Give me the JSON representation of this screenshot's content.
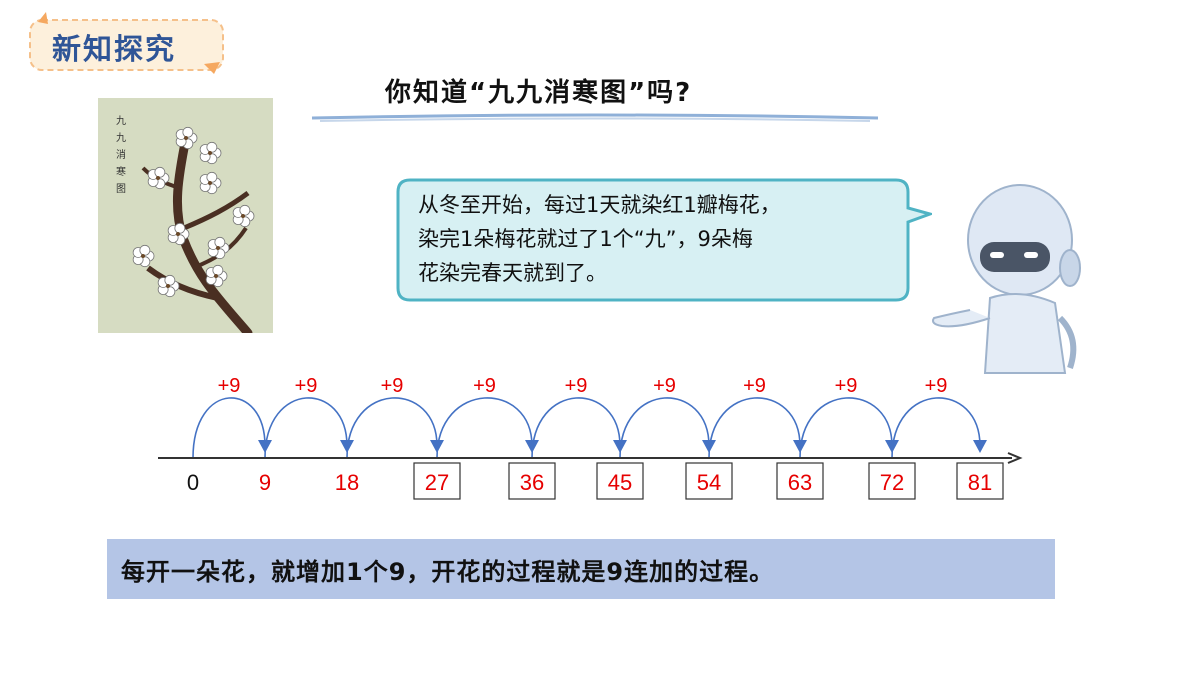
{
  "badge": {
    "label": "新知探究"
  },
  "title": "你知道“九九消寒图”吗?",
  "picture": {
    "caption_chars": [
      "九",
      "九",
      "消",
      "寒",
      "图"
    ]
  },
  "bubble": {
    "lines": [
      "从冬至开始，每过1天就染红1瓣梅花，",
      "染完1朵梅花就过了1个“九”，9朵梅",
      "花染完春天就到了。"
    ]
  },
  "numberline": {
    "start": "0",
    "step_label": "+9",
    "values": [
      "9",
      "18",
      "27",
      "36",
      "45",
      "54",
      "63",
      "72",
      "81"
    ],
    "boxed": [
      false,
      false,
      true,
      true,
      true,
      true,
      true,
      true,
      true
    ],
    "colors": {
      "start": "#111111",
      "value": "#e60000",
      "arc": "#4472c4",
      "axis": "#333333"
    }
  },
  "summary": {
    "text": "每开一朵花，就增加1个9，开花的过程就是9连加的过程。"
  }
}
